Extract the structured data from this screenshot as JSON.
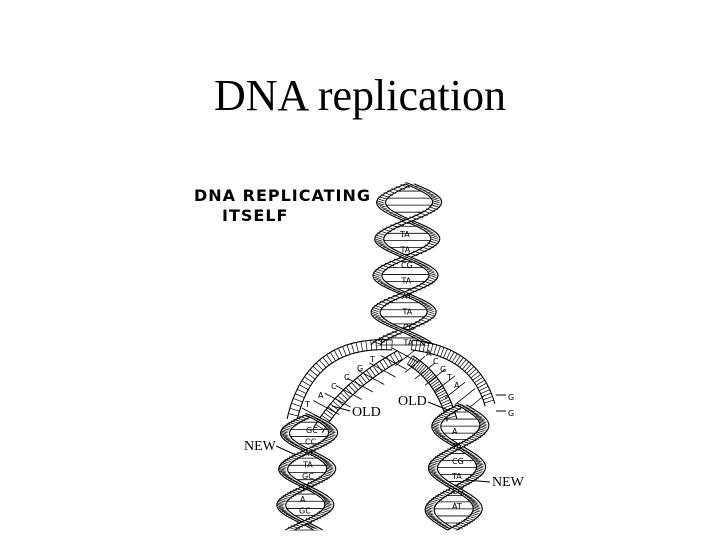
{
  "slide": {
    "title": "DNA replication"
  },
  "diagram": {
    "heading_line1": "DNA REPLICATING",
    "heading_line2": "ITSELF",
    "labels": {
      "new_left": "NEW",
      "new_right": "NEW",
      "old_left": "OLD",
      "old_right": "OLD"
    },
    "parent_pairs": [
      "TA",
      "TA",
      "CG",
      "TA",
      "AT",
      "TA",
      "CG",
      "TA"
    ],
    "fork_left_bases": [
      "T",
      "G",
      "C",
      "C",
      "A",
      "T"
    ],
    "fork_right_bases": [
      "A",
      "C",
      "G",
      "T",
      "A"
    ],
    "right_edge_bases": [
      "G",
      "G"
    ],
    "left_daughter_pairs": [
      "GC",
      "CC",
      "AT",
      "TA",
      "GC",
      "TA",
      "A",
      "GC"
    ],
    "right_daughter_pairs": [
      "A",
      "TA",
      "CG",
      "TA",
      "CG",
      "AT"
    ],
    "colors": {
      "ink": "#000000",
      "paper": "#ffffff"
    }
  }
}
